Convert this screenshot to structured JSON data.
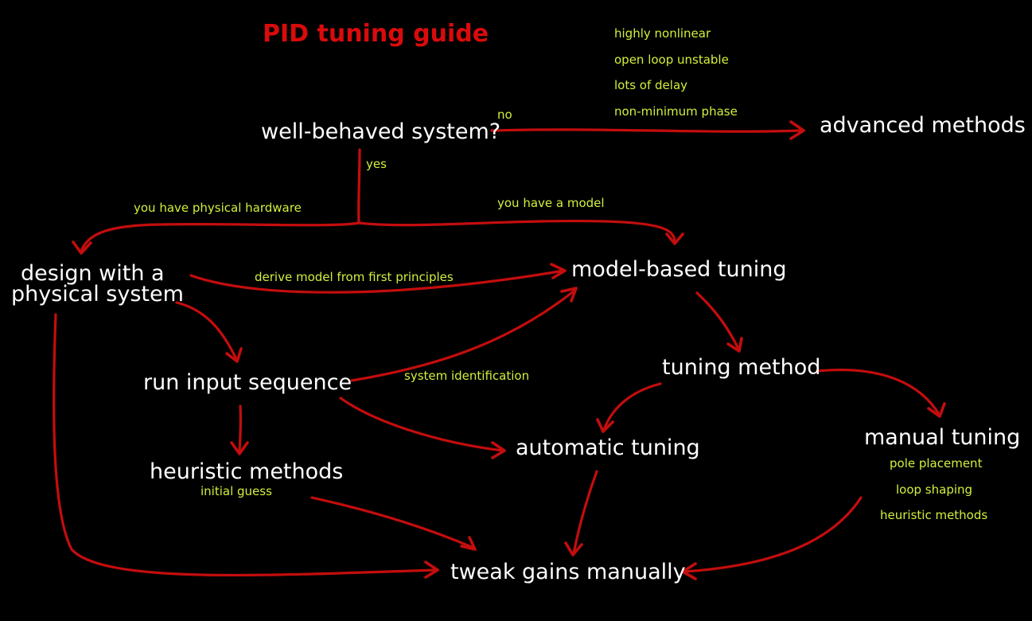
{
  "title": "PID tuning guide",
  "colors": {
    "background": "#000000",
    "node_text": "#ffffff",
    "note_text": "#d4ee3c",
    "arrow": "#c40d0d",
    "title": "#d90b0b"
  },
  "nodes": {
    "well_behaved": "well-behaved system?",
    "advanced": "advanced methods",
    "design_physical_line1": "design with a",
    "design_physical_line2": "physical system",
    "model_based": "model-based tuning",
    "run_input": "run input sequence",
    "tuning_method": "tuning method",
    "heuristic": "heuristic methods",
    "automatic": "automatic tuning",
    "manual": "manual tuning",
    "tweak": "tweak gains manually"
  },
  "notes": {
    "advanced_conditions": [
      "highly nonlinear",
      "open loop unstable",
      "lots of delay",
      "non-minimum phase"
    ],
    "no": "no",
    "yes": "yes",
    "physical_hardware": "you have physical hardware",
    "have_model": "you have a model",
    "derive_model": "derive model from first principles",
    "system_identification": "system identification",
    "initial_guess": "initial guess",
    "manual_options": [
      "pole placement",
      "loop shaping",
      "heuristic methods"
    ]
  }
}
